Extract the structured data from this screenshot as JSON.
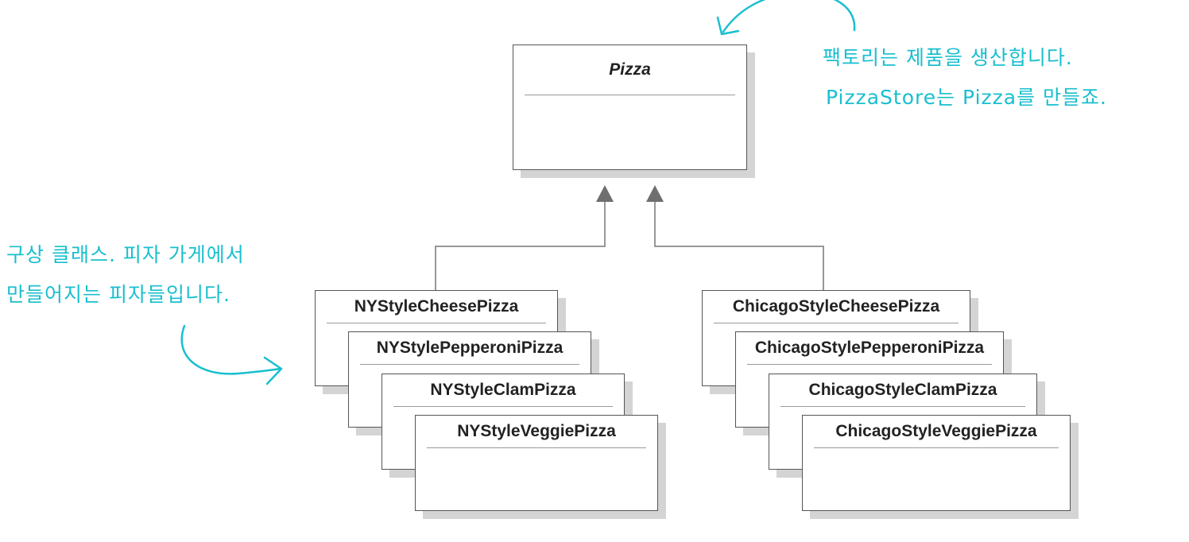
{
  "diagram": {
    "abstract_class": "Pizza",
    "ny_classes": [
      "NYStyleCheesePizza",
      "NYStylePepperoniPizza",
      "NYStyleClamPizza",
      "NYStyleVeggiePizza"
    ],
    "chicago_classes": [
      "ChicagoStyleCheesePizza",
      "ChicagoStylePepperoniPizza",
      "ChicagoStyleClamPizza",
      "ChicagoStyleVeggiePizza"
    ]
  },
  "annotations": {
    "factory_note": {
      "line1": "팩토리는 제품을 생산합니다.",
      "line2": "PizzaStore는 Pizza를 만들죠."
    },
    "concrete_note": {
      "line1": "구상 클래스. 피자 가게에서",
      "line2": "만들어지는 피자들입니다."
    }
  },
  "colors": {
    "annotation": "#19bfcf",
    "box_border": "#555555",
    "box_shadow": "#d4d4d4",
    "connector": "#777777"
  }
}
